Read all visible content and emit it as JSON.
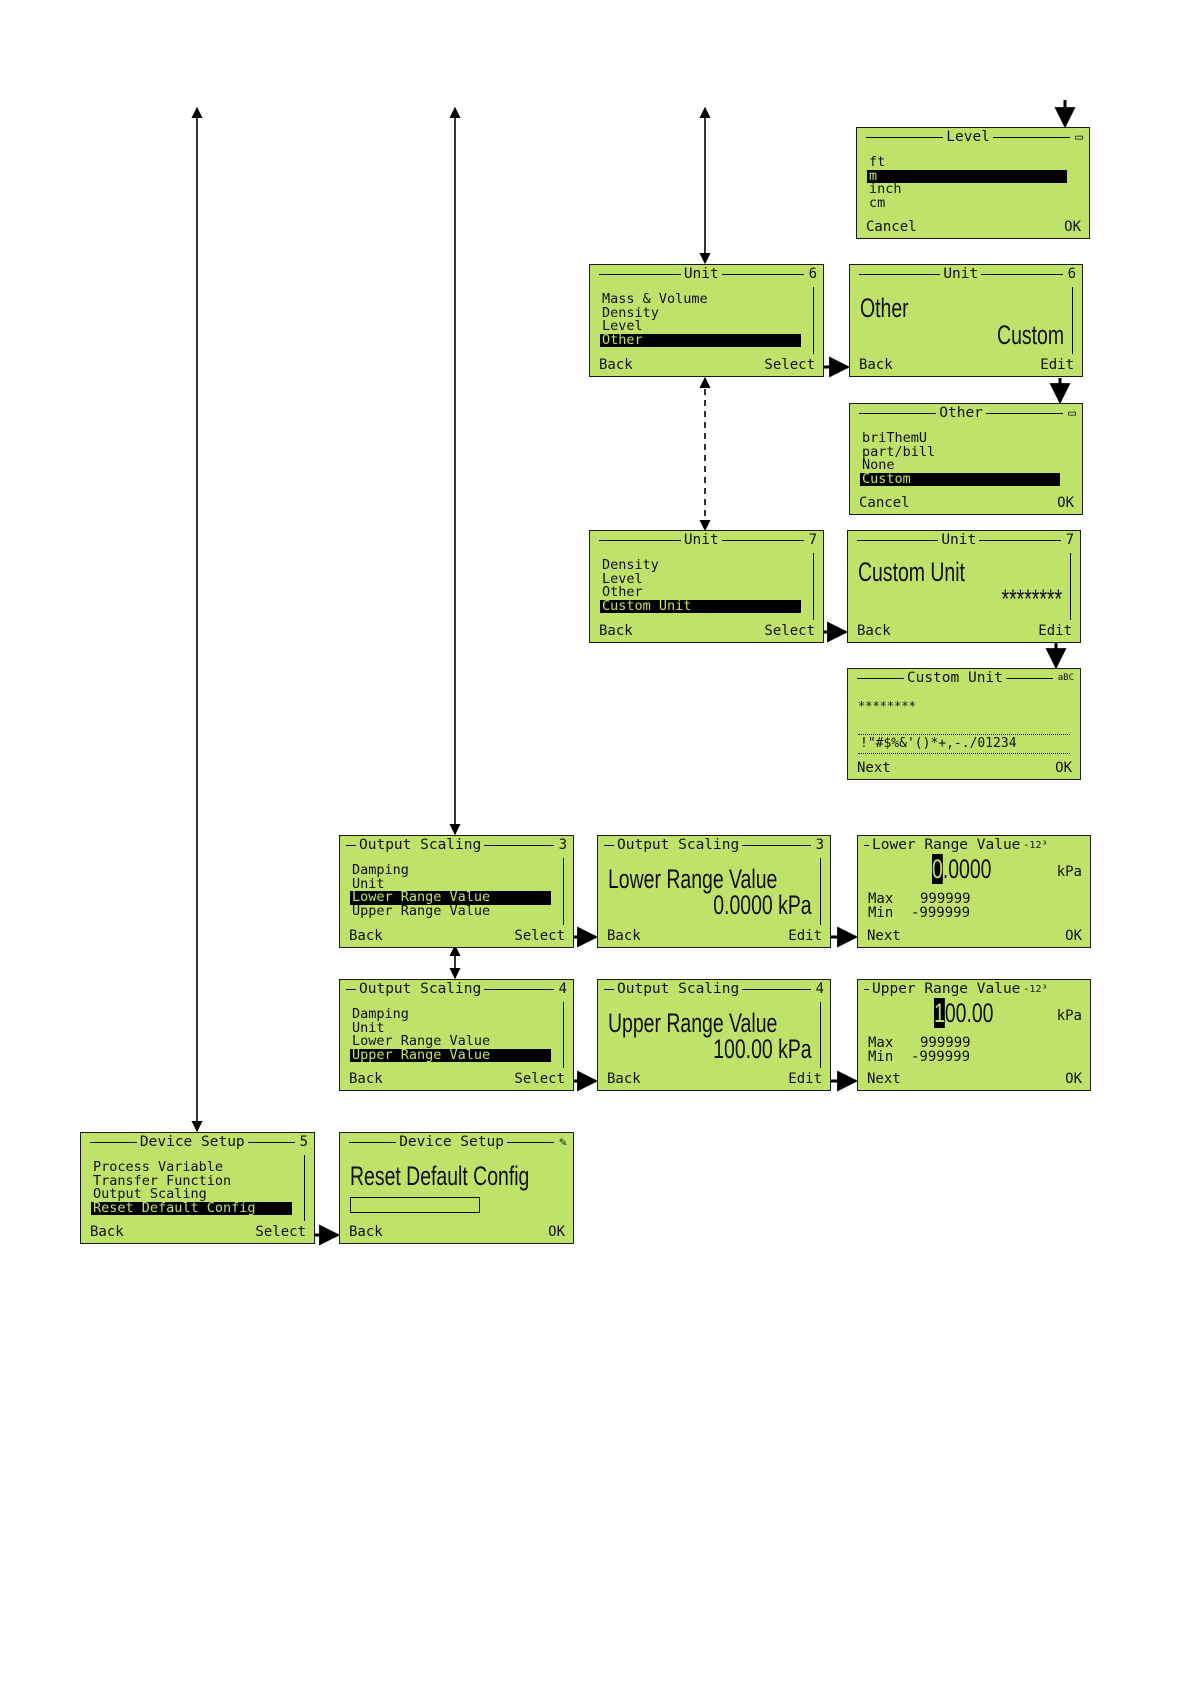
{
  "screens": {
    "level": {
      "title": "Level",
      "icon": "▭",
      "items": [
        "ft",
        "m",
        "inch",
        "cm"
      ],
      "selected": 1,
      "left": "Cancel",
      "right": "OK"
    },
    "unit6_list": {
      "title": "Unit",
      "num": "6",
      "items": [
        "Mass & Volume",
        "Density",
        "Level",
        "Other"
      ],
      "selected": 3,
      "left": "Back",
      "right": "Select"
    },
    "unit6_detail": {
      "title": "Unit",
      "num": "6",
      "line1": "Other",
      "line2": "Custom",
      "left": "Back",
      "right": "Edit"
    },
    "other": {
      "title": "Other",
      "icon": "▭",
      "items": [
        "briThemU",
        "part/bill",
        "None",
        "Custom"
      ],
      "selected": 3,
      "left": "Cancel",
      "right": "OK"
    },
    "unit7_list": {
      "title": "Unit",
      "num": "7",
      "items": [
        "Density",
        "Level",
        "Other",
        "Custom Unit"
      ],
      "selected": 3,
      "left": "Back",
      "right": "Select"
    },
    "unit7_detail": {
      "title": "Unit",
      "num": "7",
      "line1": "Custom Unit",
      "line2": "********",
      "left": "Back",
      "right": "Edit"
    },
    "custom_unit": {
      "title": "Custom Unit",
      "icon": "aBC",
      "value": "********",
      "charset": " !\"#$%&'()*+,-./01234",
      "left": "Next",
      "right": "OK"
    },
    "os3_list": {
      "title": "Output Scaling",
      "num": "3",
      "items": [
        "Damping",
        "Unit",
        "Lower Range Value",
        "Upper Range Value"
      ],
      "selected": 2,
      "left": "Back",
      "right": "Select"
    },
    "os3_detail": {
      "title": "Output Scaling",
      "num": "3",
      "line1": "Lower Range Value",
      "line2": "0.0000 kPa",
      "left": "Back",
      "right": "Edit"
    },
    "lrv_edit": {
      "title": "Lower Range Value",
      "icon": "-12³",
      "value_cursor": "0",
      "value_rest": ".0000",
      "unit": "kPa",
      "max_label": "Max",
      "max": "999999",
      "min_label": "Min",
      "min": "-999999",
      "left": "Next",
      "right": "OK"
    },
    "os4_list": {
      "title": "Output Scaling",
      "num": "4",
      "items": [
        "Damping",
        "Unit",
        "Lower Range Value",
        "Upper Range Value"
      ],
      "selected": 3,
      "left": "Back",
      "right": "Select"
    },
    "os4_detail": {
      "title": "Output Scaling",
      "num": "4",
      "line1": "Upper Range Value",
      "line2": "100.00 kPa",
      "left": "Back",
      "right": "Edit"
    },
    "urv_edit": {
      "title": "Upper Range Value",
      "icon": "-12³",
      "value_cursor": "1",
      "value_rest": "00.00",
      "unit": "kPa",
      "max_label": "Max",
      "max": "999999",
      "min_label": "Min",
      "min": "-999999",
      "left": "Next",
      "right": "OK"
    },
    "ds5_list": {
      "title": "Device Setup",
      "num": "5",
      "items": [
        "Process Variable",
        "Transfer Function",
        "Output Scaling",
        "Reset Default Config"
      ],
      "selected": 3,
      "left": "Back",
      "right": "Select"
    },
    "ds_reset": {
      "title": "Device Setup",
      "icon": "✎",
      "line1": "Reset Default Config",
      "left": "Back",
      "right": "OK"
    }
  },
  "colors": {
    "lcd": "#bfe36a",
    "ink": "#111111"
  }
}
